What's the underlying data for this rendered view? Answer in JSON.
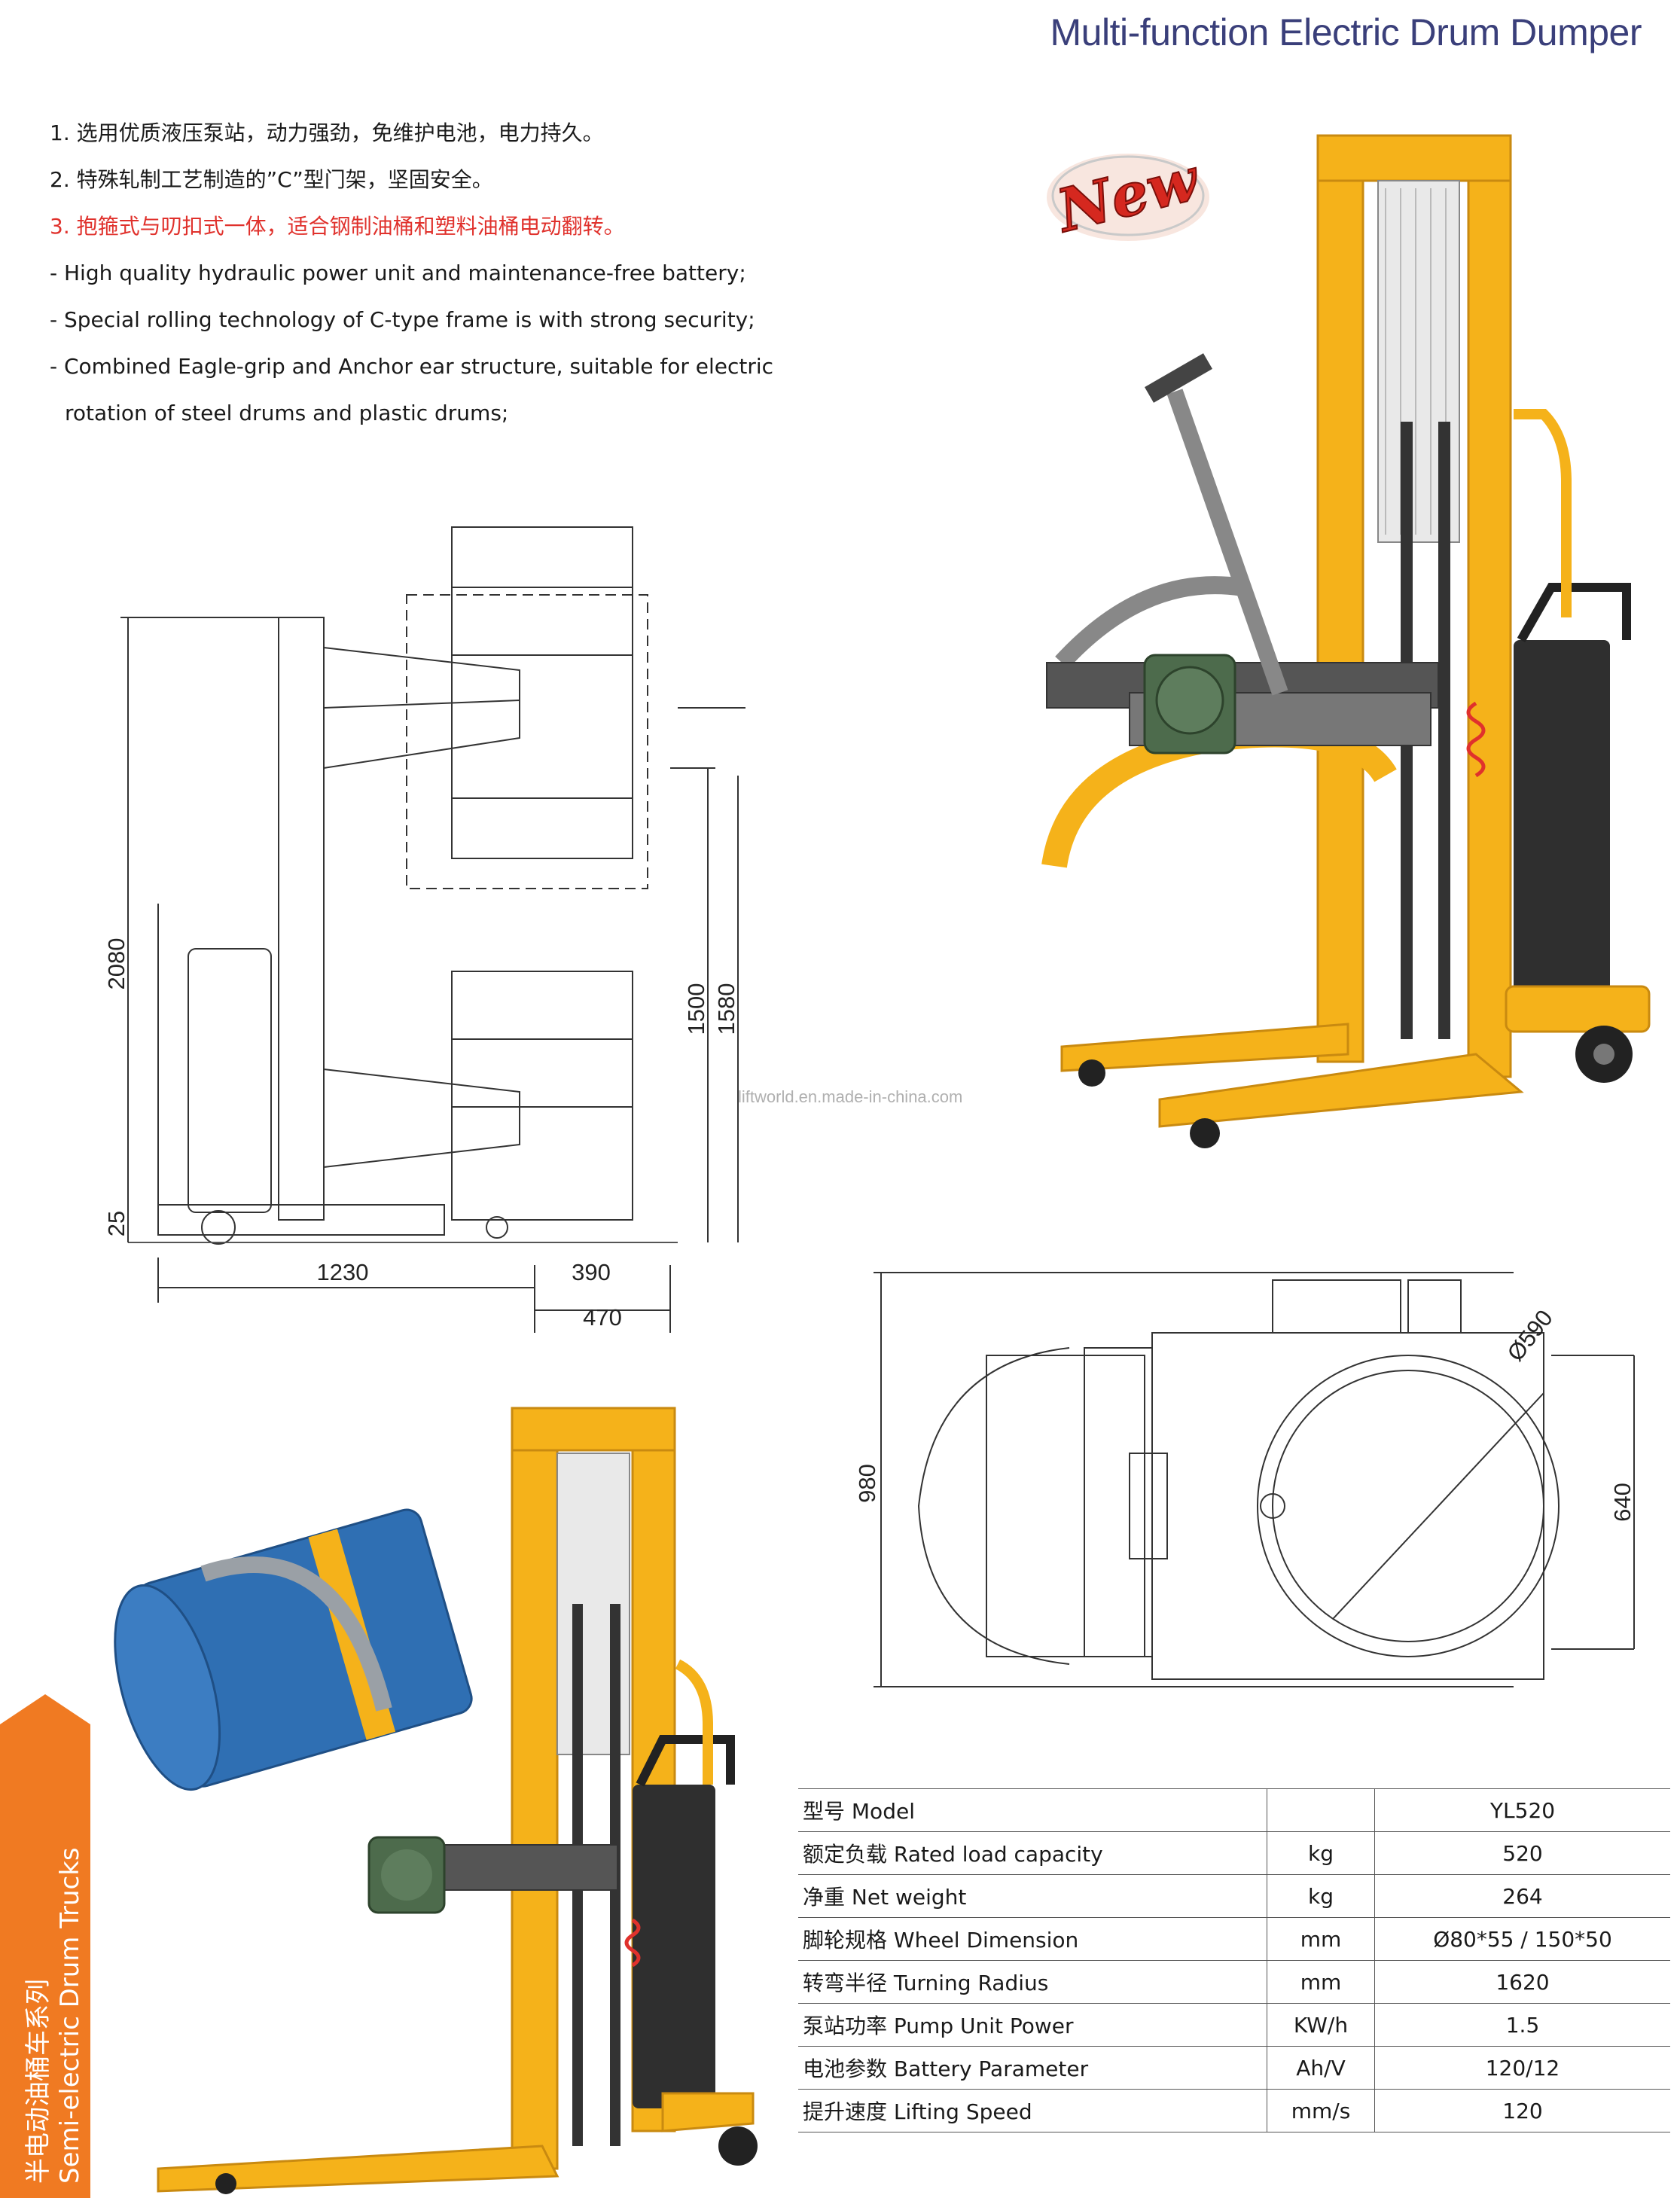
{
  "title": "Multi-function Electric Drum Dumper",
  "features": [
    {
      "text": "1. 选用优质液压泵站，动力强劲，免维护电池，电力持久。",
      "color": "normal"
    },
    {
      "text": "2. 特殊轧制工艺制造的”C”型门架，坚固安全。",
      "color": "normal"
    },
    {
      "text": "3. 抱箍式与叨扣式一体，适合钢制油桶和塑料油桶电动翻转。",
      "color": "red"
    },
    {
      "text": "- High quality hydraulic power unit and maintenance-free battery;",
      "color": "normal"
    },
    {
      "text": "- Special rolling technology of C-type frame is with strong security;",
      "color": "normal"
    },
    {
      "text": "- Combined Eagle-grip and Anchor ear structure, suitable for electric",
      "color": "normal"
    },
    {
      "text": "rotation of steel drums and plastic drums;",
      "color": "normal"
    }
  ],
  "badge": "New",
  "watermark": "liftworld.en.made-in-china.com",
  "side_drawing": {
    "dimensions": {
      "height_total": "2080",
      "lift_1500": "1500",
      "lift_1580": "1580",
      "ground": "25",
      "length": "1230",
      "d390": "390",
      "d470": "470"
    }
  },
  "top_drawing": {
    "dimensions": {
      "width": "980",
      "drum_dia": "Ø590",
      "clamp": "640"
    }
  },
  "side_label": {
    "cn": "半电动油桶车系列",
    "en": "Semi-electric Drum Trucks"
  },
  "colors": {
    "title": "#3a3f7a",
    "red_text": "#e0312c",
    "orange_band": "#f07a22",
    "machine_yellow": "#f5b21a",
    "machine_dark": "#2f2f2f",
    "drum_blue": "#2f6fb3",
    "gear_green": "#4d6b4c"
  },
  "spec_table": {
    "rows": [
      {
        "label": "型号 Model",
        "unit": "",
        "value": "YL520"
      },
      {
        "label": "额定负载 Rated load capacity",
        "unit": "kg",
        "value": "520"
      },
      {
        "label": "净重 Net weight",
        "unit": "kg",
        "value": "264"
      },
      {
        "label": "脚轮规格 Wheel Dimension",
        "unit": "mm",
        "value": "Ø80*55 / 150*50"
      },
      {
        "label": "转弯半径 Turning Radius",
        "unit": "mm",
        "value": "1620"
      },
      {
        "label": "泵站功率 Pump Unit Power",
        "unit": "KW/h",
        "value": "1.5"
      },
      {
        "label": "电池参数 Battery Parameter",
        "unit": "Ah/V",
        "value": "120/12"
      },
      {
        "label": "提升速度 Lifting Speed",
        "unit": "mm/s",
        "value": "120"
      }
    ]
  }
}
